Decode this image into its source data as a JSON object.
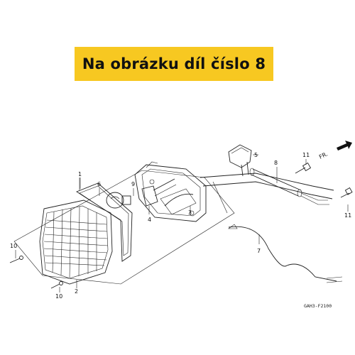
{
  "banner": {
    "text": "Na obrázku díl číslo 8",
    "background": "#f7c821"
  },
  "direction": {
    "label": "FR."
  },
  "diagram_code": "GAH3-F2100",
  "callouts": {
    "c1": "1",
    "c2": "2",
    "c3": "3",
    "c4": "4",
    "c5": "5",
    "c6": "6",
    "c7": "7",
    "c8": "8",
    "c9": "9",
    "c10a": "10",
    "c10b": "10",
    "c11a": "11",
    "c11b": "11"
  }
}
